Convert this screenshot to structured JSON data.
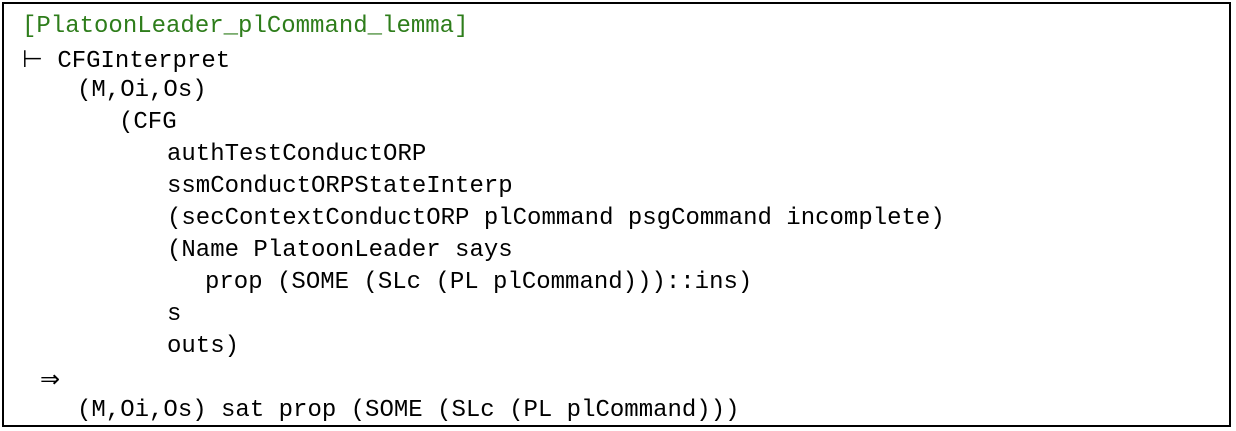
{
  "theorem": {
    "name": "[PlatoonLeader_plCommand_lemma]",
    "turnstile": "⊢",
    "lines": [
      "CFGInterpret",
      "(M,Oi,Os)",
      "(CFG",
      "authTestConductORP",
      "ssmConductORPStateInterp",
      "(secContextConductORP plCommand psgCommand incomplete)",
      "(Name PlatoonLeader says",
      "prop (SOME (SLc (PL plCommand)))::ins)",
      "s",
      "outs)"
    ],
    "implies": "⇒",
    "conclusion": "(M,Oi,Os) sat prop (SOME (SLc (PL plCommand)))"
  },
  "colors": {
    "title": "#2e7d1b",
    "text": "#000000",
    "border": "#000000"
  }
}
